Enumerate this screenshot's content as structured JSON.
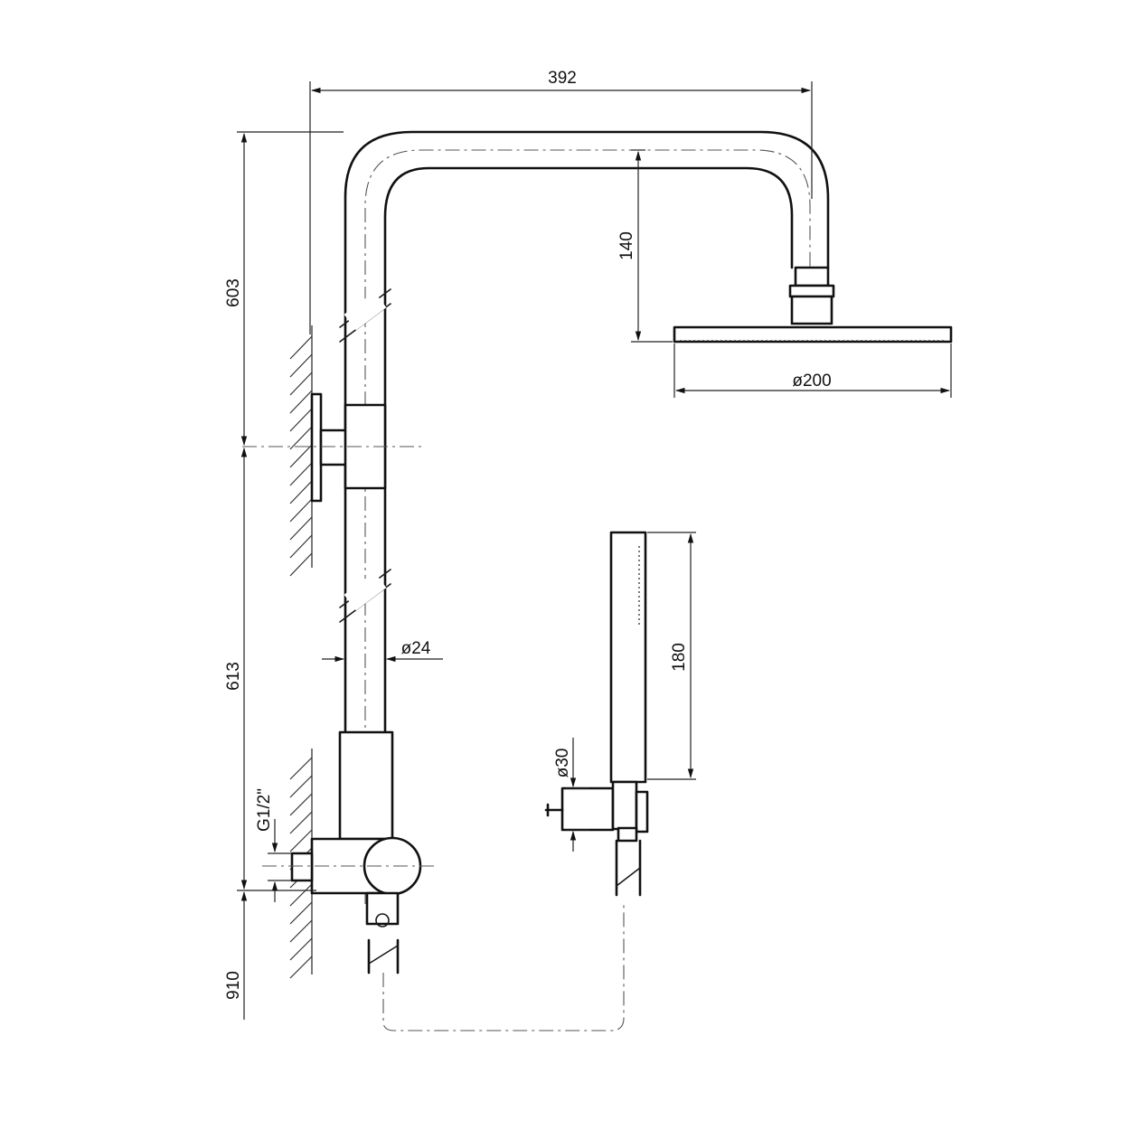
{
  "dimensions": {
    "overall_width": "392",
    "upper_height": "603",
    "middle_height": "613",
    "lower_height": "910",
    "arm_drop": "140",
    "head_diameter": "ø200",
    "pipe_diameter": "ø24",
    "handshower_length": "180",
    "handshower_holder": "ø30",
    "inlet_thread": "G1/2\""
  },
  "colors": {
    "line": "#1a1a1a",
    "background": "#ffffff"
  }
}
